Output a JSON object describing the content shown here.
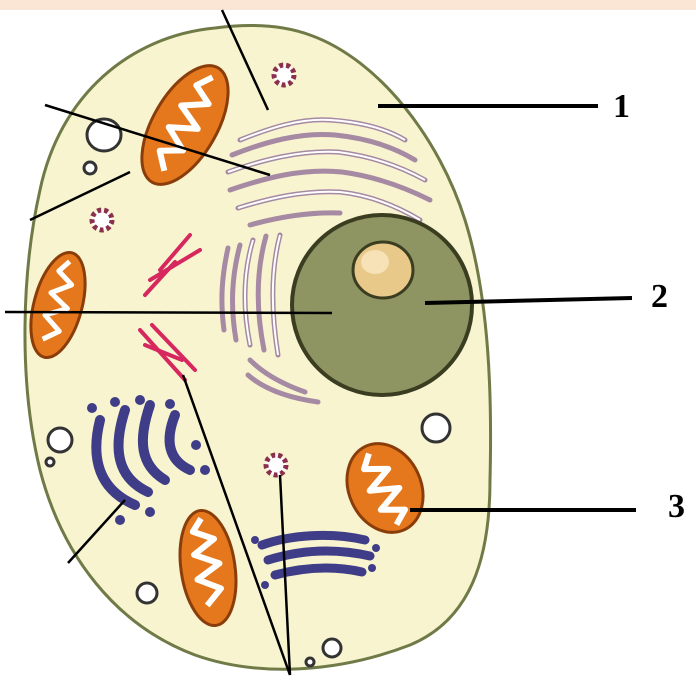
{
  "labels": [
    {
      "id": "1",
      "text": "1"
    },
    {
      "id": "2",
      "text": "2"
    },
    {
      "id": "3",
      "text": "3"
    }
  ],
  "colors": {
    "cytoplasm": "#f7f4cf",
    "membrane": "#6f7a47",
    "mitochondria_outer": "#e5781c",
    "mitochondria_inner": "#ffffff",
    "nucleus": "#8e9563",
    "nucleolus": "#e9c98a",
    "er": "#a689a3",
    "golgi": "#3f3d87",
    "centriole": "#d6285f",
    "vesicle": "#8a2f4e",
    "top_band": "#fbe6d6"
  }
}
